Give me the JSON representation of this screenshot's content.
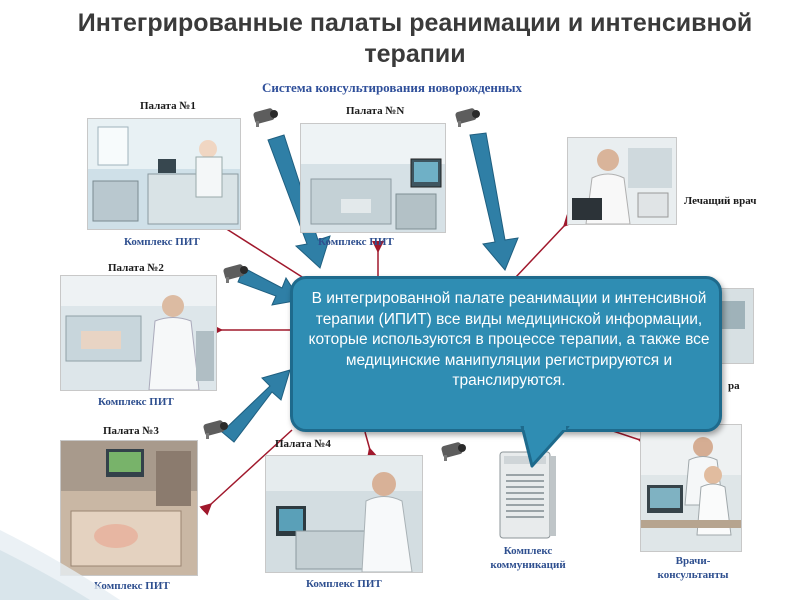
{
  "title": "Интегрированные палаты реанимации и интенсивной терапии",
  "subtitle": "Система консультирования новорожденных",
  "wards": [
    {
      "label": "Палата №1",
      "caption": "Комплекс ПИТ"
    },
    {
      "label": "Палата №N",
      "caption": "Комплекс ПИТ"
    },
    {
      "label": "Палата №2",
      "caption": "Комплекс ПИТ"
    },
    {
      "label": "Палата №3",
      "caption": "Комплекс ПИТ"
    },
    {
      "label": "Палата №4",
      "caption": "Комплекс ПИТ"
    }
  ],
  "doctor_label": "Лечащий врач",
  "partial_label": "ра",
  "comm_caption": "Комплекс коммуникаций",
  "consultants_caption": "Врачи-консультанты",
  "callout_text": "В интегрированной палате реанимации и интенсивной терапии (ИПИТ) все виды медицинской информации, которые используются в процессе терапии, а также все медицинские манипуляции регистрируются и транслируются.",
  "colors": {
    "title": "#3a3a3a",
    "subtitle": "#2f4f9a",
    "caption": "#2e4f8f",
    "arrow": "#2f7fa6",
    "callout_fill": "#2f8db3",
    "callout_border": "#1e6a8c",
    "connector": "#a0182c"
  }
}
